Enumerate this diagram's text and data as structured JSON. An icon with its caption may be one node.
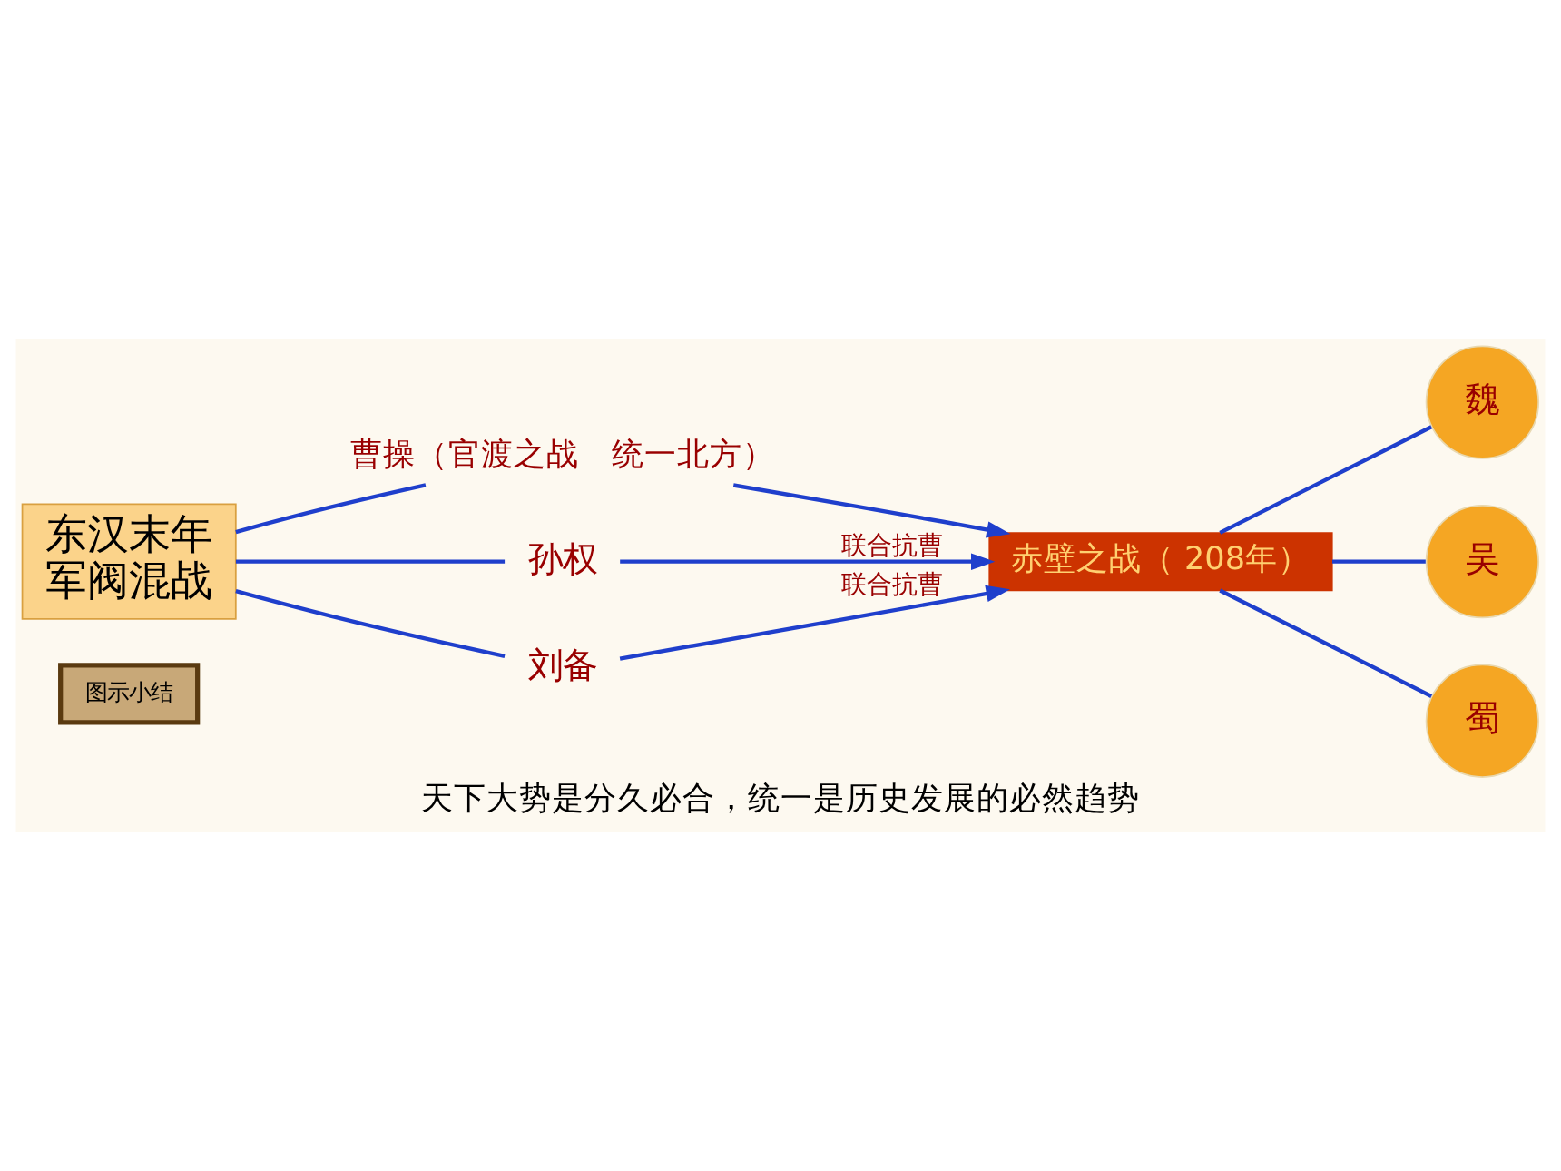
{
  "diagram": {
    "caption": "天下大势是分久必合，统一是历史发展的必然趋势",
    "nodes": [
      {
        "text": [
          "图示小结"
        ]
      },
      {
        "text": [
          "东汉末年",
          "军阀混战"
        ]
      },
      {
        "text": [
          "曹操（官渡之战　统一北方）"
        ]
      },
      {
        "text": [
          "孙权"
        ]
      },
      {
        "text": [
          "刘备"
        ]
      },
      {
        "text": [
          "赤壁之战（ 208年）"
        ]
      },
      {
        "text": [
          "魏"
        ]
      },
      {
        "text": [
          "吴"
        ]
      },
      {
        "text": [
          "蜀"
        ]
      }
    ],
    "edges": [
      {
        "from": 1,
        "to": 2,
        "arrow": "none"
      },
      {
        "from": 1,
        "to": 3,
        "arrow": "none"
      },
      {
        "from": 1,
        "to": 4,
        "arrow": "none"
      },
      {
        "from": 2,
        "to": 5,
        "arrow": "to"
      },
      {
        "from": 3,
        "to": 5,
        "arrow": "to",
        "label": "联合抗曹"
      },
      {
        "from": 4,
        "to": 5,
        "arrow": "to",
        "label": "联合抗曹"
      },
      {
        "from": 5,
        "to": 6,
        "arrow": "none"
      },
      {
        "from": 5,
        "to": 7,
        "arrow": "none"
      },
      {
        "from": 5,
        "to": 8,
        "arrow": "none"
      }
    ]
  }
}
